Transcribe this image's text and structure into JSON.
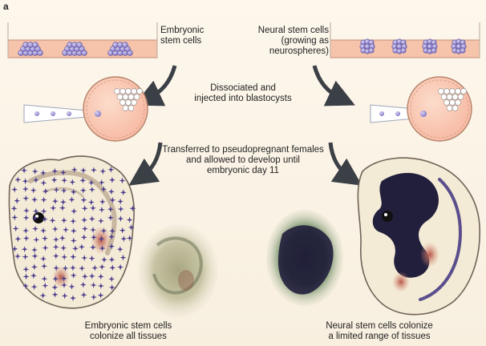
{
  "panel_label": "a",
  "labels": {
    "embryonic_line1": "Embryonic",
    "embryonic_line2": "stem cells",
    "neural_line1": "Neural stem cells",
    "neural_line2": "(growing as",
    "neural_line3": "neurospheres)",
    "step1_line1": "Dissociated and",
    "step1_line2": "injected into blastocysts",
    "step2_line1": "Transferred to pseudopregnant females",
    "step2_line2": "and allowed to develop until",
    "step2_line3": "embryonic day 11",
    "result_left_line1": "Embryonic stem cells",
    "result_left_line2": "colonize all tissues",
    "result_right_line1": "Neural stem cells colonize",
    "result_right_line2": "a limited range of tissues"
  },
  "colors": {
    "dish_fill": "#f6c4aa",
    "cell_purple": "#8276c4",
    "blastocyst_fill": "#f7b9a2",
    "embryo_fill": "#f4ebd6",
    "star_color": "#4a3c8e",
    "neural_dark": "#221f3d",
    "arrow_color": "#3b3f46"
  },
  "icons": {
    "process_arrow": "curved-arrow-icon",
    "injection": "micropipette-icon"
  }
}
